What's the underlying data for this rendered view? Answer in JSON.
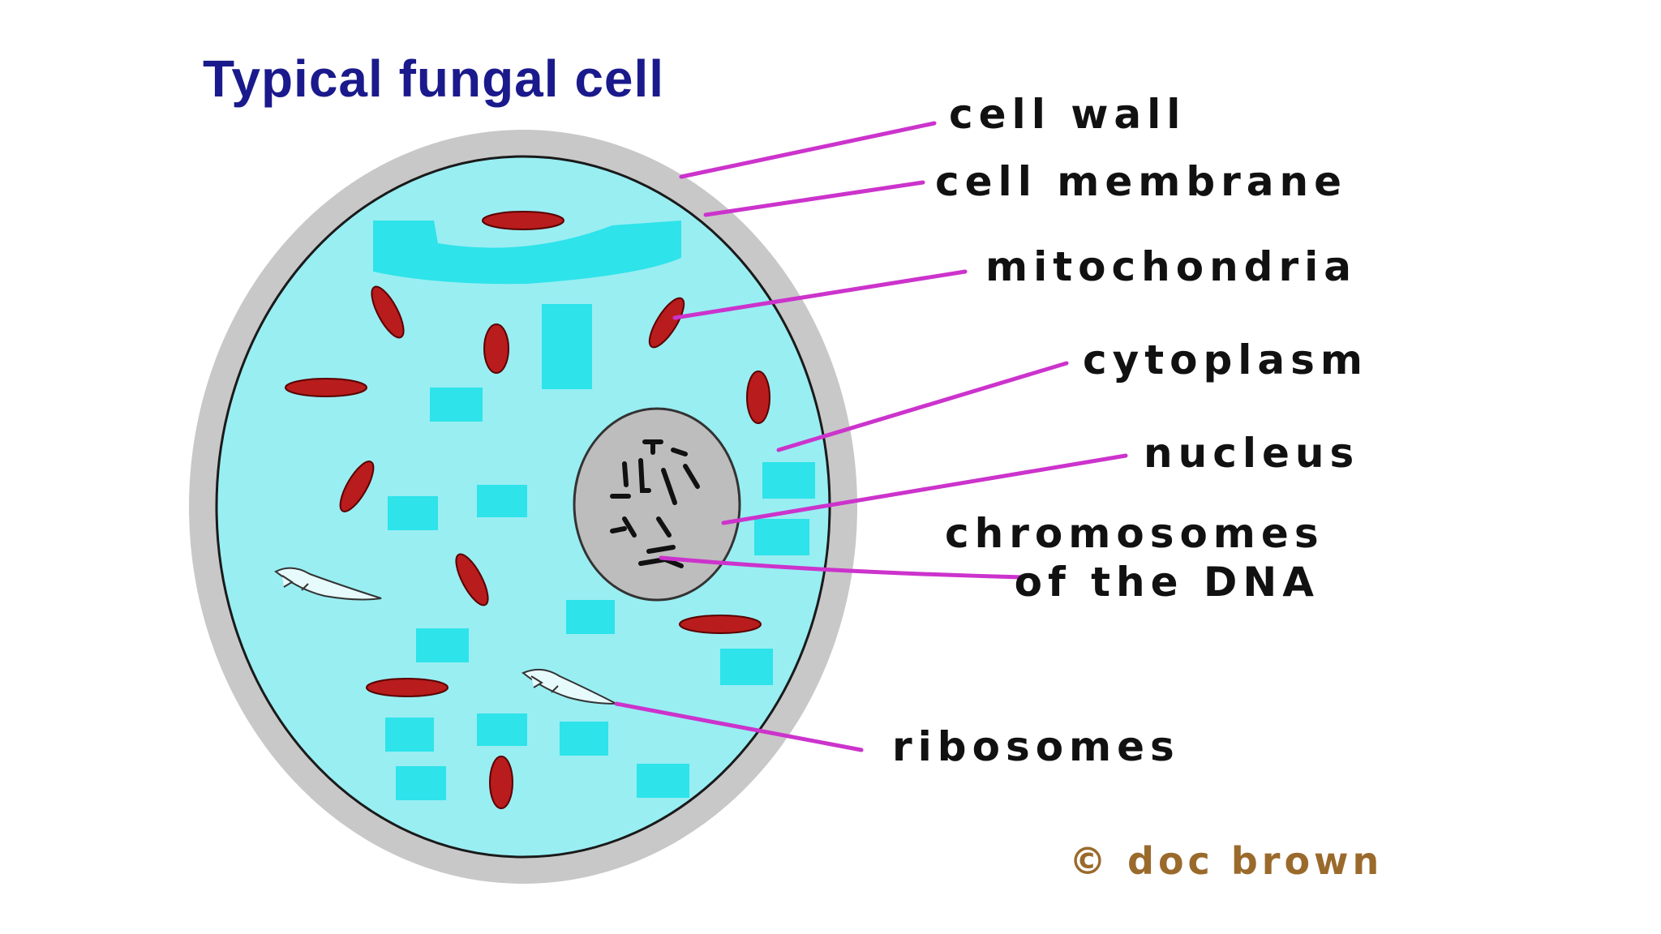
{
  "title": "Typical fungal cell",
  "labels": {
    "cell_wall": "cell wall",
    "cell_membrane": "cell membrane",
    "mitochondria": "mitochondria",
    "cytoplasm": "cytoplasm",
    "nucleus": "nucleus",
    "chromosomes_line1": "chromosomes",
    "chromosomes_line2": "of the DNA",
    "ribosomes": "ribosomes"
  },
  "credit": "© doc brown",
  "colors": {
    "title": "#1a1a8c",
    "cell_wall": "#c8c8c8",
    "cytoplasm": "#99eef2",
    "vacuole": "#2ee3ea",
    "mitochondria": "#b81c1c",
    "nucleus": "#bdbdbd",
    "chromosomes": "#111111",
    "leader_lines": "#cc33cc",
    "credit": "#9a6a2c"
  }
}
